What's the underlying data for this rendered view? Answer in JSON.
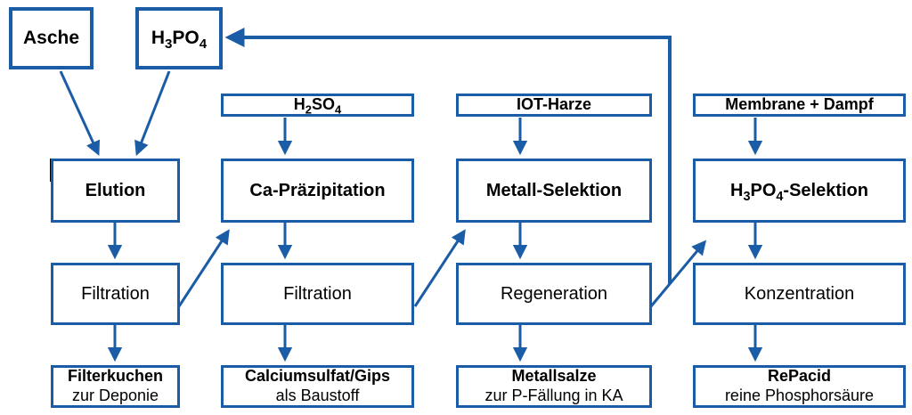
{
  "diagram": {
    "accent_color": "#1B5CA6",
    "text_color": "#000000",
    "background_color": "#FFFFFF",
    "nodes": {
      "asche": {
        "label": "Asche"
      },
      "h3po4": {
        "parts": [
          "H",
          "3",
          "PO",
          "4"
        ]
      },
      "h2so4": {
        "parts": [
          "H",
          "2",
          "SO",
          "4"
        ]
      },
      "iot_harze": {
        "label": "IOT-Harze"
      },
      "membrane_dampf": {
        "label": "Membrane + Dampf"
      },
      "elution": {
        "label": "Elution"
      },
      "ca_praezipitation": {
        "label": "Ca-Präzipitation"
      },
      "metall_selektion": {
        "label": "Metall-Selektion"
      },
      "h3po4_selektion": {
        "parts": [
          "H",
          "3",
          "PO",
          "4",
          "-Selektion"
        ]
      },
      "filtration_1": {
        "label": "Filtration"
      },
      "filtration_2": {
        "label": "Filtration"
      },
      "regeneration": {
        "label": "Regeneration"
      },
      "konzentration": {
        "label": "Konzentration"
      },
      "filterkuchen": {
        "title": "Filterkuchen",
        "subtitle": "zur Deponie"
      },
      "calciumsulfat": {
        "title": "Calciumsulfat/Gips",
        "subtitle": "als Baustoff"
      },
      "metallsalze": {
        "title": "Metallsalze",
        "subtitle": "zur P-Fällung in KA"
      },
      "repacid": {
        "title": "RePacid",
        "subtitle": "reine Phosphorsäure"
      }
    },
    "edges": [
      {
        "from": "Asche",
        "to": "Elution"
      },
      {
        "from": "H3PO4",
        "to": "Elution"
      },
      {
        "from": "H2SO4",
        "to": "Ca-Präzipitation"
      },
      {
        "from": "IOT-Harze",
        "to": "Metall-Selektion"
      },
      {
        "from": "Membrane + Dampf",
        "to": "H3PO4-Selektion"
      },
      {
        "from": "Elution",
        "to": "Filtration (1)"
      },
      {
        "from": "Ca-Präzipitation",
        "to": "Filtration (2)"
      },
      {
        "from": "Metall-Selektion",
        "to": "Regeneration"
      },
      {
        "from": "H3PO4-Selektion",
        "to": "Konzentration"
      },
      {
        "from": "Filtration (1)",
        "to": "Filterkuchen zur Deponie"
      },
      {
        "from": "Filtration (2)",
        "to": "Calciumsulfat/Gips als Baustoff"
      },
      {
        "from": "Regeneration",
        "to": "Metallsalze zur P-Fällung in KA"
      },
      {
        "from": "Konzentration",
        "to": "RePacid reine Phosphorsäure"
      },
      {
        "from": "Filtration (1)",
        "to": "Ca-Präzipitation"
      },
      {
        "from": "Filtration (2)",
        "to": "Metall-Selektion"
      },
      {
        "from": "Regeneration",
        "to": "H3PO4-Selektion"
      },
      {
        "from": "Regeneration",
        "to": "H3PO4 (Rückführung)"
      }
    ]
  }
}
